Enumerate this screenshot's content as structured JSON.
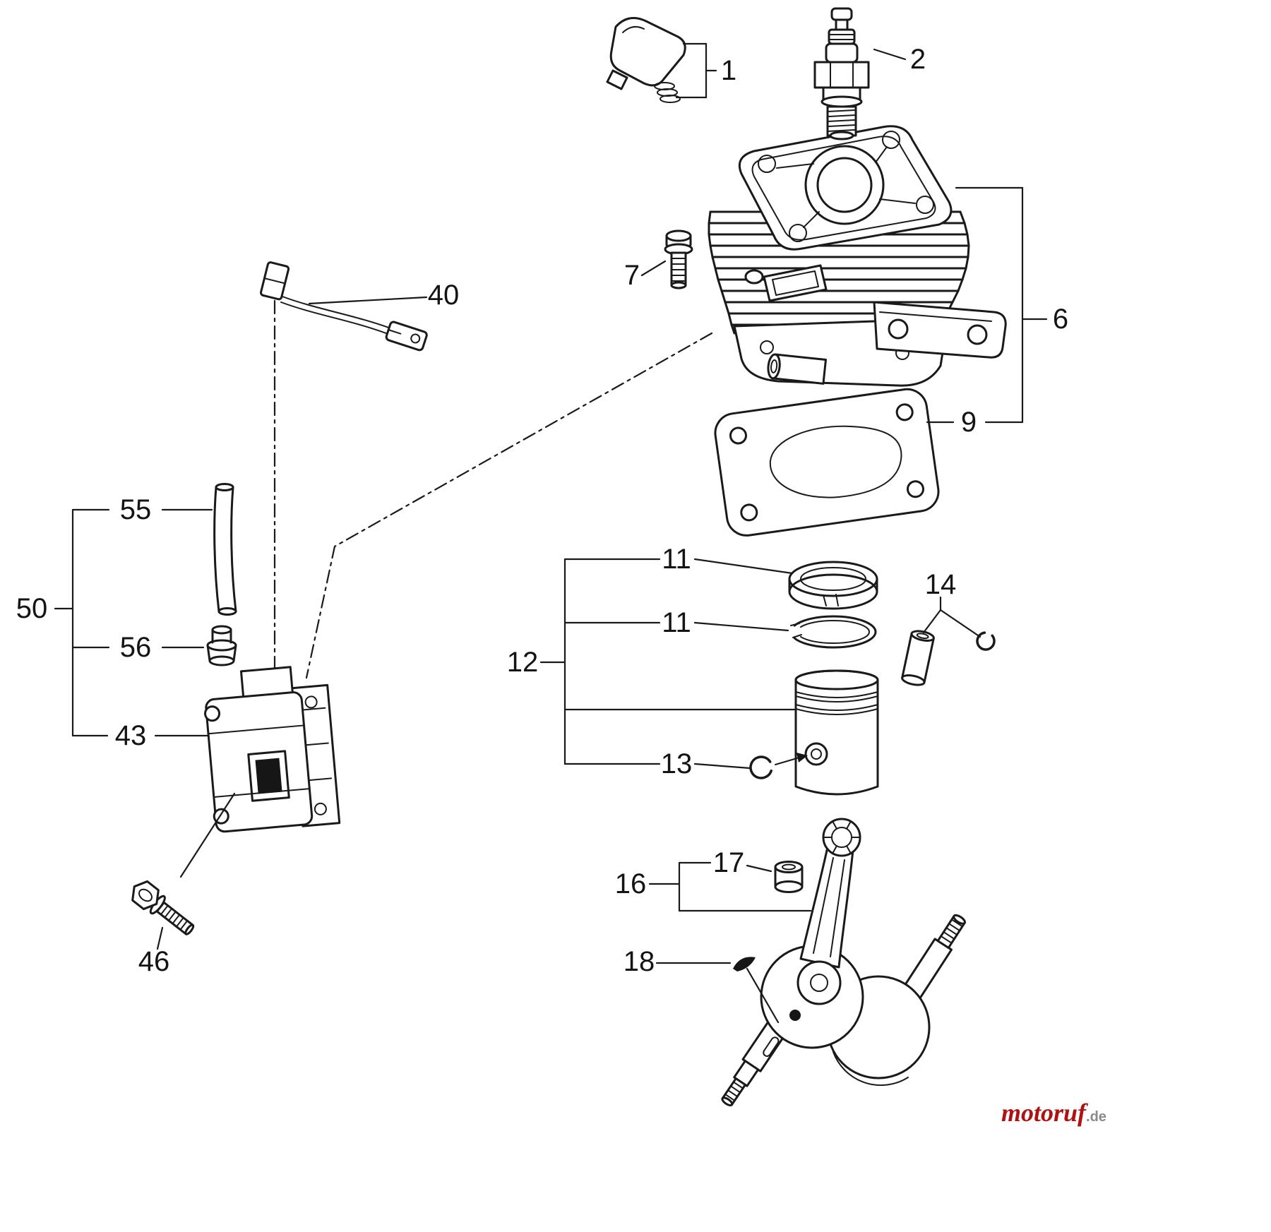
{
  "diagram": {
    "background": "#ffffff",
    "line_color": "#1a1a1a"
  },
  "callouts": {
    "c1": "1",
    "c2": "2",
    "c6": "6",
    "c7": "7",
    "c9": "9",
    "c11_top": "11",
    "c11_bottom": "11",
    "c12": "12",
    "c13": "13",
    "c14": "14",
    "c16": "16",
    "c17": "17",
    "c18": "18",
    "c40": "40",
    "c43": "43",
    "c46": "46",
    "c50": "50",
    "c55": "55",
    "c56": "56"
  },
  "watermark": {
    "brand": "motoruf",
    "suffix": ".de",
    "brand_color": "#b01212",
    "suffix_color": "#8a8a8a"
  }
}
